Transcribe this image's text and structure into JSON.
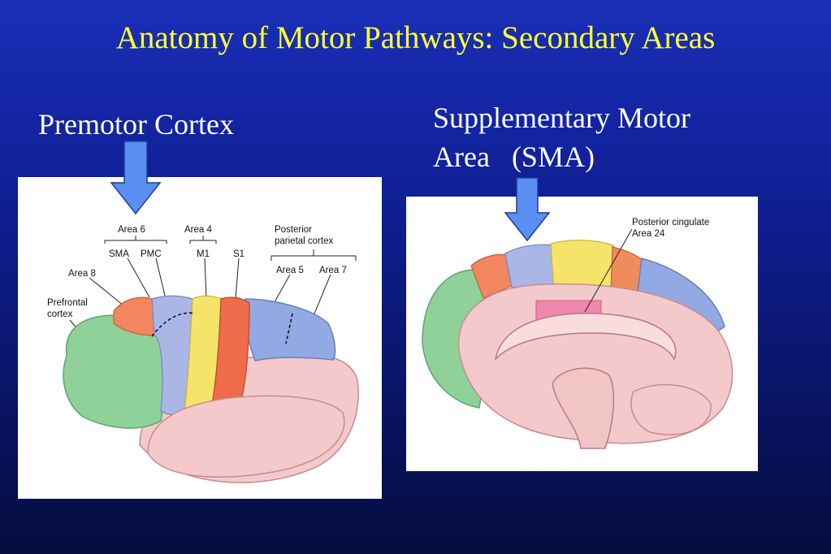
{
  "slide": {
    "title": "Anatomy of Motor Pathways: Secondary Areas",
    "left_heading": "Premotor Cortex",
    "right_heading_line1": "Supplementary Motor",
    "right_heading_line2": "Area   (SMA)"
  },
  "lateral_view": {
    "labels": {
      "area6": "Area 6",
      "area4": "Area 4",
      "posterior_parietal_1": "Posterior",
      "posterior_parietal_2": "parietal cortex",
      "sma": "SMA",
      "pmc": "PMC",
      "m1": "M1",
      "s1": "S1",
      "area5": "Area 5",
      "area7": "Area 7",
      "area8": "Area 8",
      "prefrontal_1": "Prefrontal",
      "prefrontal_2": "cortex"
    }
  },
  "medial_view": {
    "labels": {
      "posterior_cingulate": "Posterior cingulate",
      "area24": "Area 24"
    }
  },
  "colors": {
    "title": "#ffff33",
    "prefrontal": "#8fd199",
    "area8": "#f2875f",
    "premotor": "#a9b6e6",
    "motor": "#f5e36a",
    "somatosensory": "#ee6c4a",
    "parietal": "#93a9e3",
    "brain": "#f4c9cb",
    "cingulate": "#ef7fa8",
    "arrow": "#5b8ef0"
  }
}
